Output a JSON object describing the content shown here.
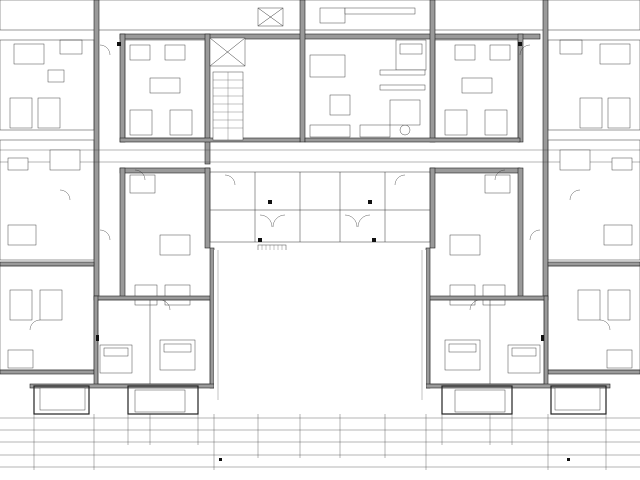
{
  "drawing": {
    "type": "architectural-floor-plan",
    "units_per_side": 2,
    "central_core": "stair-and-lift",
    "courtyard": "open-center-bottom"
  }
}
